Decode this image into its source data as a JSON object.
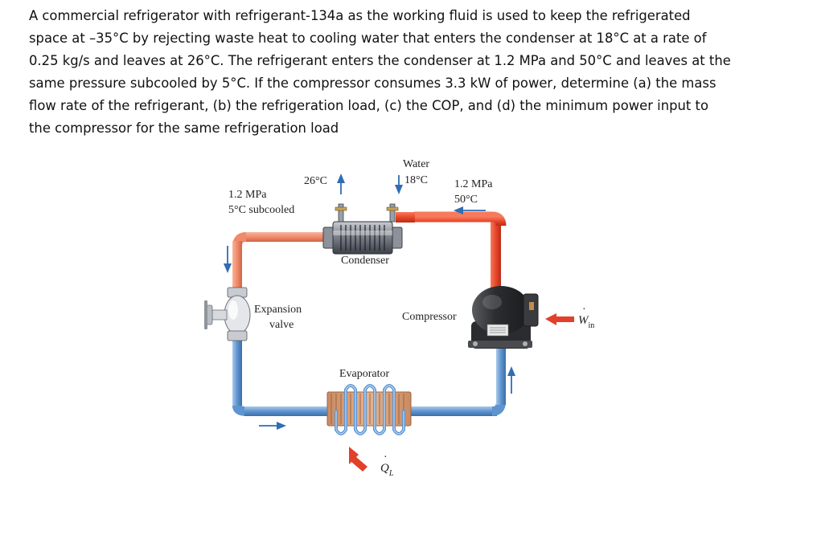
{
  "problem": {
    "lines": [
      "A commercial refrigerator with refrigerant-134a as the working fluid is used to keep the refrigerated",
      "space at –35°C by rejecting waste heat to cooling water that enters the condenser at 18°C at a rate of",
      "0.25 kg/s and leaves at 26°C. The refrigerant enters the condenser at 1.2 MPa and 50°C and leaves at the",
      "same pressure subcooled by 5°C. If the compressor consumes 3.3 kW of power, determine (a) the mass",
      "flow rate of the refrigerant, (b) the refrigeration load, (c) the COP, and (d) the minimum power input to",
      "the compressor for the same refrigeration load"
    ]
  },
  "diagram": {
    "water_out_temp": "26°C",
    "water_in_label": "Water",
    "water_in_temp": "18°C",
    "condenser_in_pressure": "1.2 MPa",
    "condenser_in_temp": "50°C",
    "condenser_out_pressure": "1.2 MPa",
    "condenser_out_state": "5°C subcooled",
    "condenser_label": "Condenser",
    "expansion_valve_label_1": "Expansion",
    "expansion_valve_label_2": "valve",
    "compressor_label": "Compressor",
    "evaporator_label": "Evaporator",
    "work_in_symbol": "W",
    "work_in_subscript": "in",
    "heat_in_symbol": "Q",
    "heat_in_subscript": "L",
    "colors": {
      "hot_pipe": "#e8472b",
      "warm_pipe": "#f08a6a",
      "cold_pipe": "#5e94cf",
      "arrow_blue": "#2f6db5",
      "arrow_red": "#e2402a",
      "evaporator": "#d9a07a",
      "compressor": "#3a3b3d"
    }
  }
}
